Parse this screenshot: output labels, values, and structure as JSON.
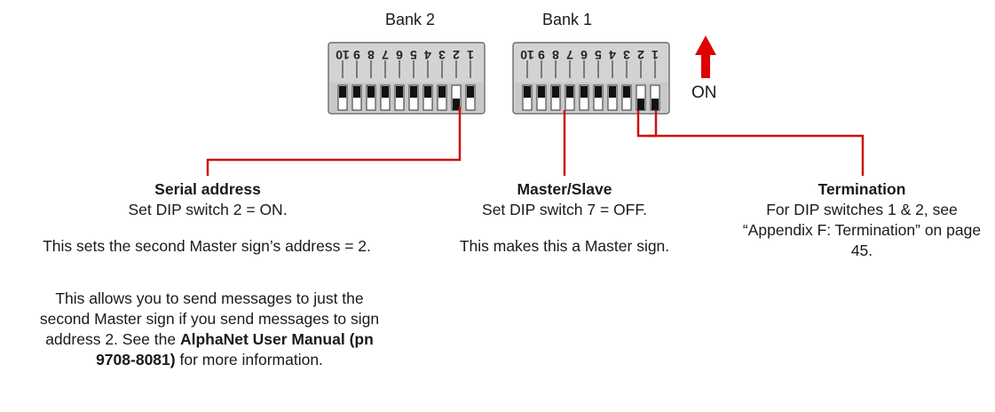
{
  "banks": [
    {
      "id": "bank2",
      "title": "Bank 2",
      "switch_numbers": [
        "1",
        "2",
        "3",
        "4",
        "5",
        "6",
        "7",
        "8",
        "9",
        "10"
      ],
      "switch_states_from_left": [
        "off",
        "off",
        "off",
        "off",
        "off",
        "off",
        "off",
        "off",
        "on",
        "off"
      ]
    },
    {
      "id": "bank1",
      "title": "Bank 1",
      "switch_numbers": [
        "1",
        "2",
        "3",
        "4",
        "5",
        "6",
        "7",
        "8",
        "9",
        "10"
      ],
      "switch_states_from_left": [
        "off",
        "off",
        "off",
        "off",
        "off",
        "off",
        "off",
        "off",
        "on",
        "on"
      ]
    }
  ],
  "on_indicator": {
    "label": "ON",
    "color": "#e00000"
  },
  "callout_line_color": "#cc1111",
  "callouts": {
    "serial": {
      "title": "Serial address",
      "line1": "Set DIP switch 2 = ON.",
      "para2": "This sets the second Master sign’s address = 2.",
      "para3_pre": "This allows you to send messages to just the second Master sign if you send messages to sign address 2. See the ",
      "para3_bold": "AlphaNet User Manual (pn 9708-8081)",
      "para3_post": " for more information."
    },
    "master": {
      "title": "Master/Slave",
      "line1": "Set DIP switch 7 = OFF.",
      "para2": "This makes this a Master sign."
    },
    "termination": {
      "title": "Termination",
      "body": "For DIP switches 1 & 2, see “Appendix F: Termination” on page 45."
    }
  }
}
